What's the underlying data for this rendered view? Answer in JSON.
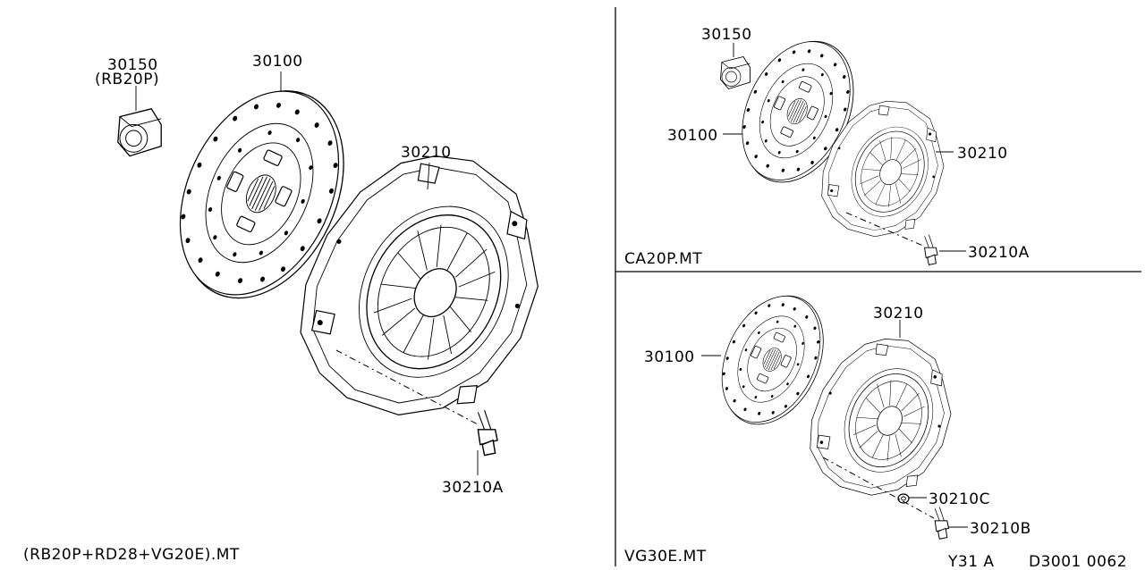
{
  "panels": {
    "main": {
      "labels": {
        "bearing_num": "30150",
        "bearing_variant": "(RB20P)",
        "disc": "30100",
        "cover": "30210",
        "bolt": "30210A"
      },
      "caption": "(RB20P+RD28+VG20E).MT"
    },
    "top_right": {
      "labels": {
        "bearing": "30150",
        "disc": "30100",
        "cover": "30210",
        "bolt": "30210A"
      },
      "caption": "CA20P.MT"
    },
    "bottom_right": {
      "labels": {
        "disc": "30100",
        "cover": "30210",
        "washer": "30210C",
        "bolt": "30210B"
      },
      "caption": "VG30E.MT"
    }
  },
  "footer": {
    "model_code": "Y31 A",
    "drawing_code": "D3001 0062"
  }
}
